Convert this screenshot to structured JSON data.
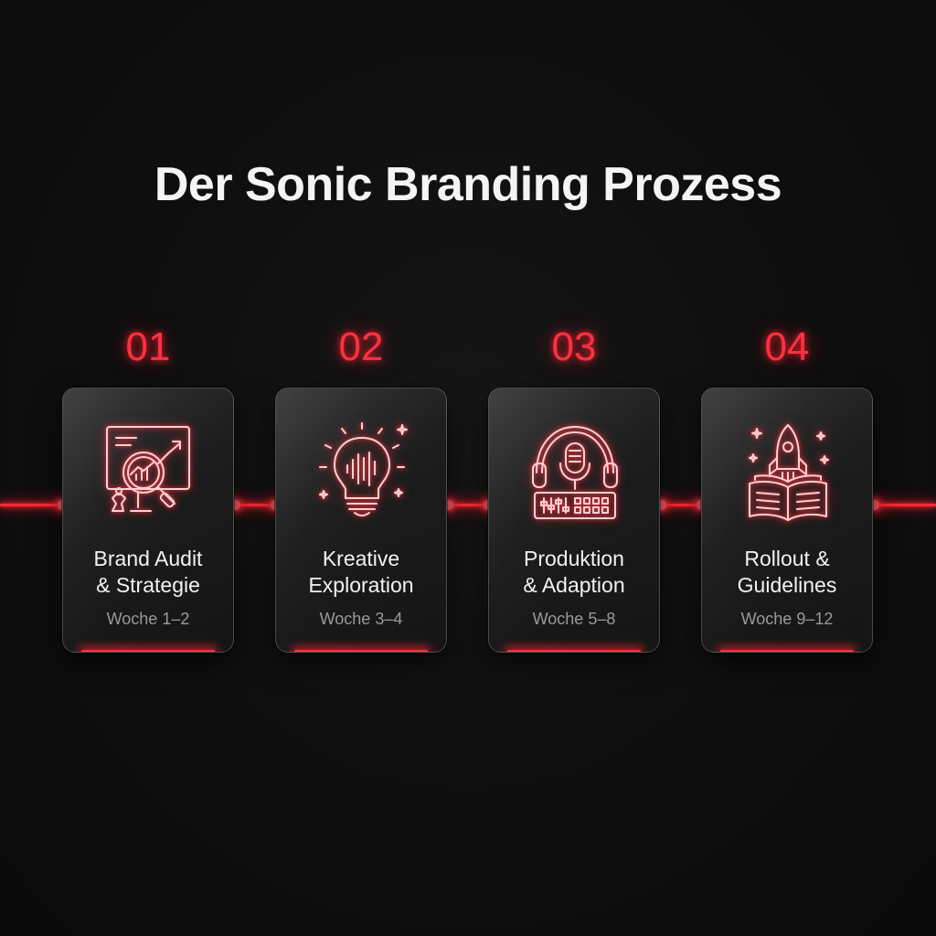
{
  "title": "Der Sonic Branding Prozess",
  "accent_color": "#ff3040",
  "steps": [
    {
      "number": "01",
      "title_line1": "Brand Audit",
      "title_line2": "& Strategie",
      "week": "Woche 1–2",
      "icon": "audit-magnifier-chart-icon"
    },
    {
      "number": "02",
      "title_line1": "Kreative",
      "title_line2": "Exploration",
      "week": "Woche 3–4",
      "icon": "lightbulb-soundwave-icon"
    },
    {
      "number": "03",
      "title_line1": "Produktion",
      "title_line2": "& Adaption",
      "week": "Woche 5–8",
      "icon": "headphones-mixer-icon"
    },
    {
      "number": "04",
      "title_line1": "Rollout &",
      "title_line2": "Guidelines",
      "week": "Woche 9–12",
      "icon": "rocket-book-icon"
    }
  ]
}
